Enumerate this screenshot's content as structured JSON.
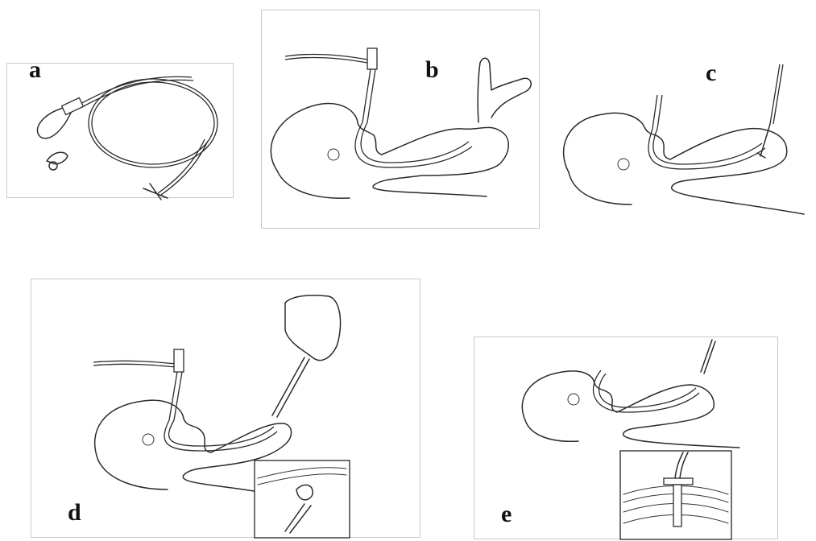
{
  "panels": [
    {
      "id": "a",
      "label": "a"
    },
    {
      "id": "b",
      "label": "b"
    },
    {
      "id": "c",
      "label": "c"
    },
    {
      "id": "d",
      "label": "d"
    },
    {
      "id": "e",
      "label": "e"
    }
  ],
  "colors": {
    "ink": "#2b2b2b",
    "background": "#ffffff"
  }
}
